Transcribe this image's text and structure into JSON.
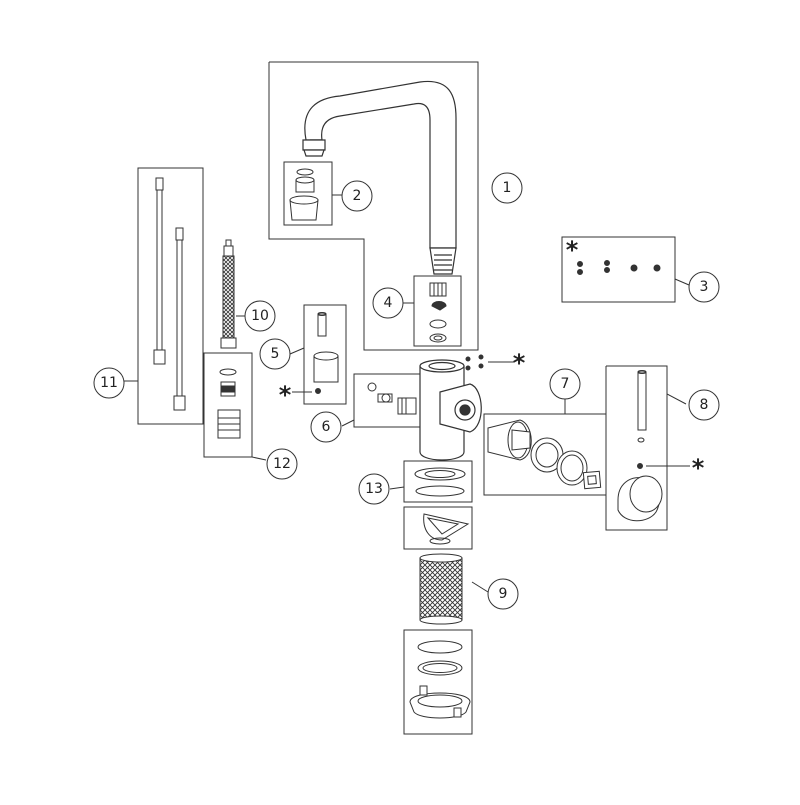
{
  "callouts": {
    "c1": "1",
    "c2": "2",
    "c3": "3",
    "c4": "4",
    "c5": "5",
    "c6": "6",
    "c7": "7",
    "c8": "8",
    "c9": "9",
    "c10": "10",
    "c11": "11",
    "c12": "12",
    "c13": "13"
  },
  "spare_mark": "*",
  "colors": {
    "line": "#333333",
    "fill": "#ffffff",
    "shade": "#cfcfcf",
    "dark": "#222222"
  }
}
